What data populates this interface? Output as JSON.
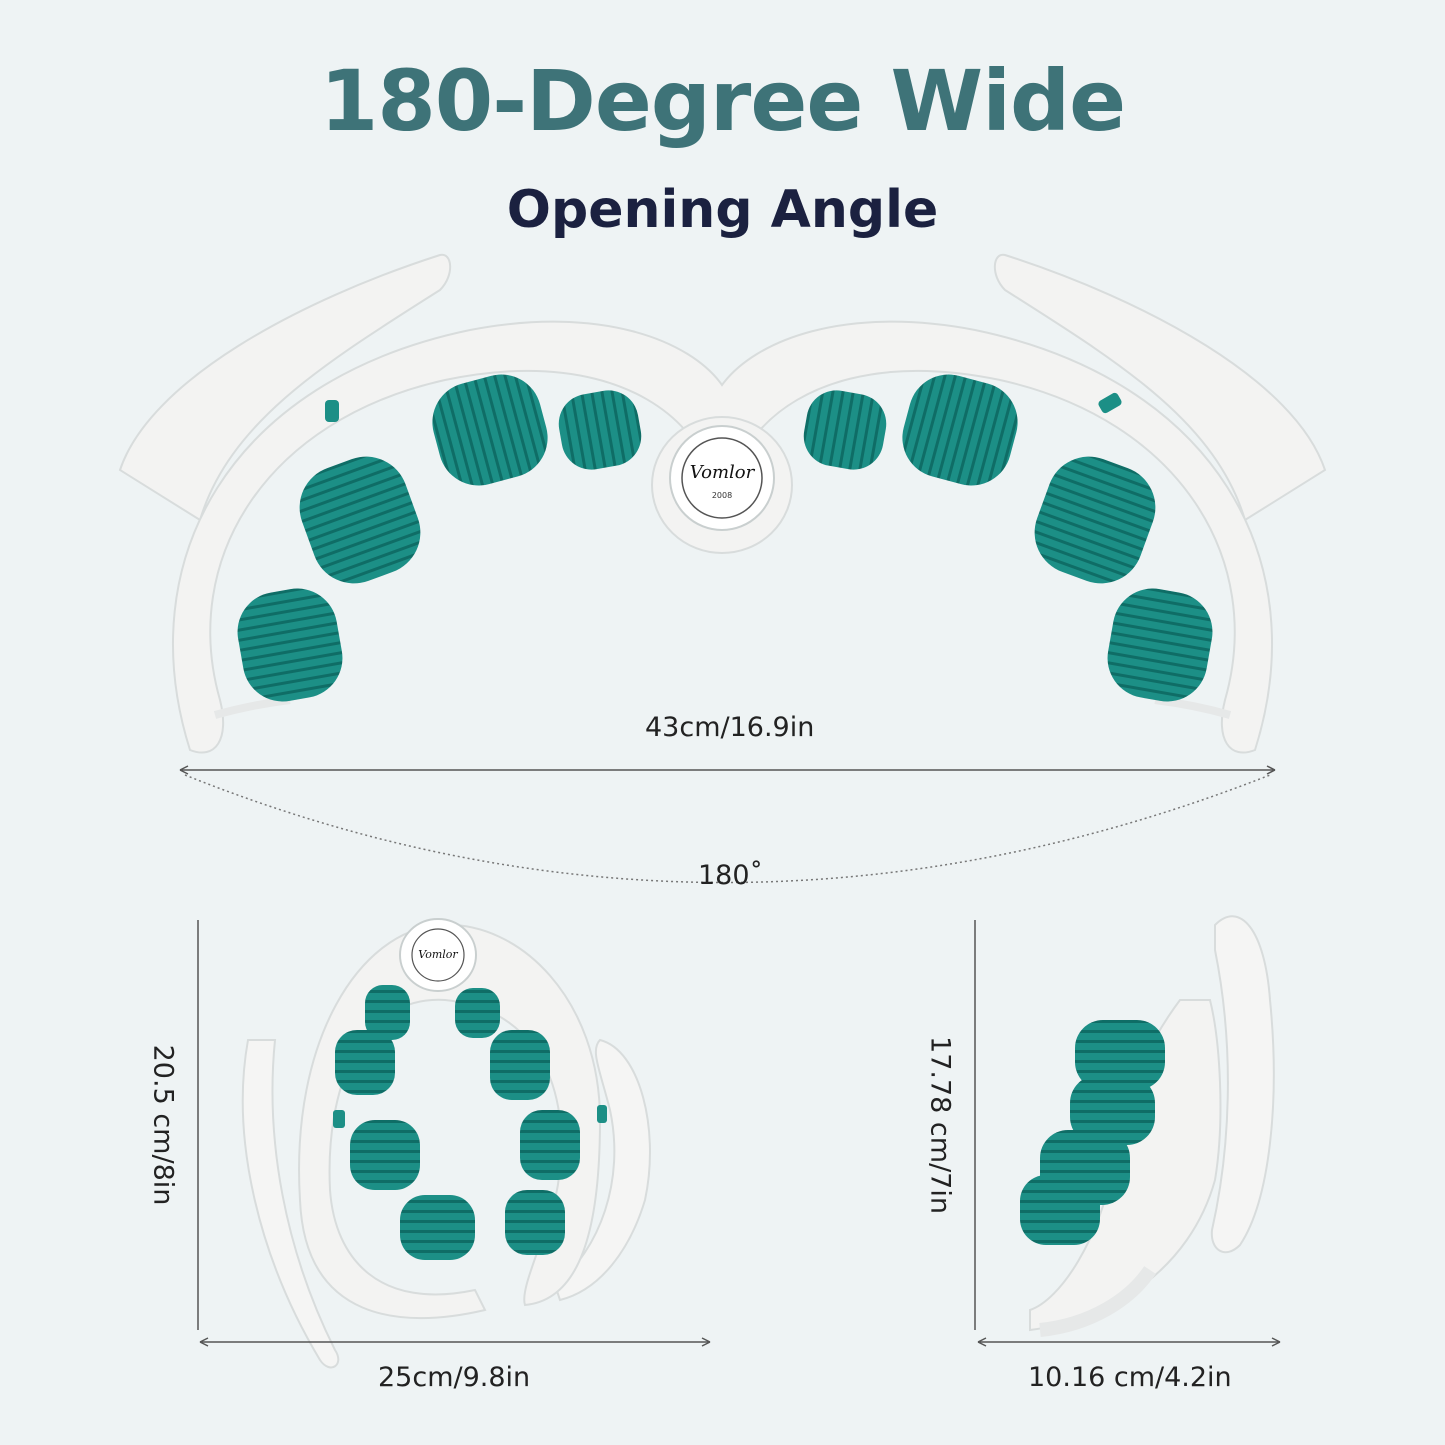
{
  "header": {
    "title": "180-Degree Wide",
    "subtitle": "Opening Angle"
  },
  "dimensions": {
    "width_open": "43cm/16.9in",
    "angle": "180˚",
    "height_front": "20.5 cm/8in",
    "width_front": "25cm/9.8in",
    "height_side": "17.78 cm/7in",
    "width_side": "10.16 cm/4.2in"
  },
  "brand": {
    "logo_text": "Vomlor",
    "logo_year": "2008"
  },
  "colors": {
    "title": "#3e7378",
    "subtitle": "#1b2140",
    "body_text": "#222222",
    "device_white": "#f3f3f2",
    "device_shadow": "#d8dcdc",
    "roller_teal": "#1c8f86",
    "roller_dark": "#0f6d66",
    "background": "#eef3f4"
  },
  "icons": [
    "massager-open-view",
    "massager-front-view",
    "massager-side-view",
    "brand-logo-icon"
  ]
}
